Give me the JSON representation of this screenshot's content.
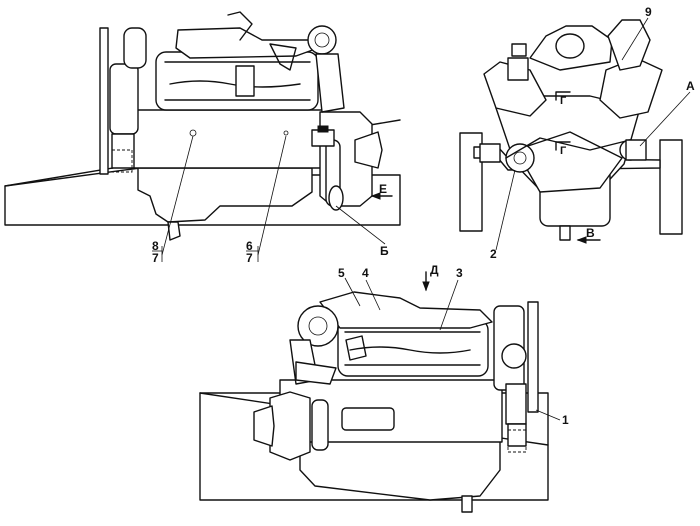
{
  "labels": {
    "l1": "1",
    "l2": "2",
    "l3": "3",
    "l4": "4",
    "l5": "5",
    "l6": "6",
    "l7a": "7",
    "l7b": "7",
    "l8": "8",
    "l9": "9",
    "lA": "А",
    "lB": "Б",
    "lV": "В",
    "lG1": "Г",
    "lG2": "Г",
    "lD": "Д",
    "lE": "Е"
  }
}
